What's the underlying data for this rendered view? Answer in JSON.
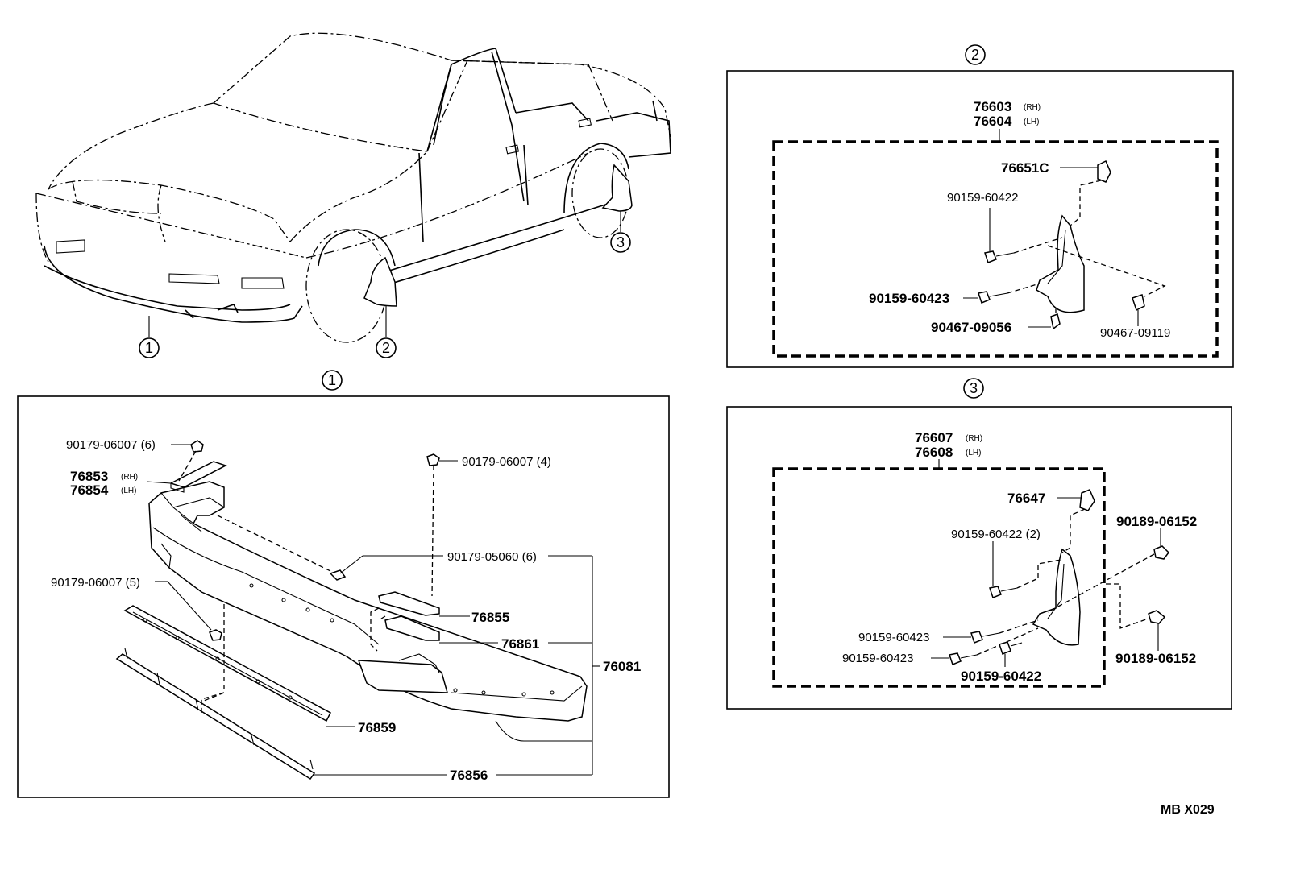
{
  "callouts": {
    "c1": "1",
    "c2": "2",
    "c3": "3"
  },
  "panel1": {
    "p90179_06007_6": "90179-06007 (6)",
    "p76853": "76853",
    "p76854": "76854",
    "rh": "(RH)",
    "lh": "(LH)",
    "p90179_06007_4": "90179-06007 (4)",
    "p90179_05060_6": "90179-05060 (6)",
    "p90179_06007_5": "90179-06007 (5)",
    "p76855": "76855",
    "p76861": "76861",
    "p76081": "76081",
    "p76859": "76859",
    "p76856": "76856"
  },
  "panel2": {
    "p76603": "76603",
    "p76604": "76604",
    "rh": "(RH)",
    "lh": "(LH)",
    "p76651c": "76651C",
    "p90159_60422": "90159-60422",
    "p90159_60423": "90159-60423",
    "p90467_09056": "90467-09056",
    "p90467_09119": "90467-09119"
  },
  "panel3": {
    "p76607": "76607",
    "p76608": "76608",
    "rh": "(RH)",
    "lh": "(LH)",
    "p76647": "76647",
    "p90159_60422_2": "90159-60422 (2)",
    "p90189_06152_a": "90189-06152",
    "p90159_60423_a": "90159-60423",
    "p90159_60423_b": "90159-60423",
    "p90159_60422": "90159-60422",
    "p90189_06152_b": "90189-06152"
  },
  "diagram_code": "MB X029"
}
